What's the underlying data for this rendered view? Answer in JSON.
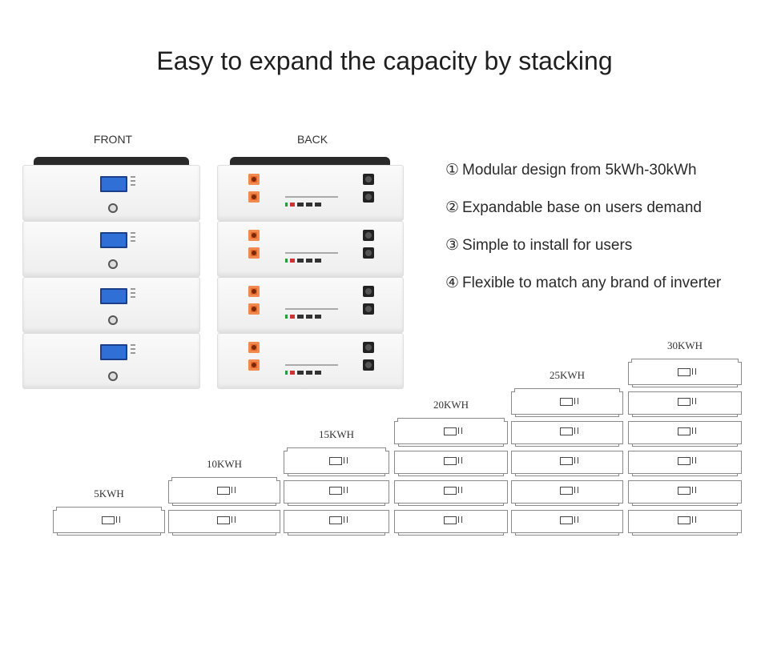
{
  "title": "Easy to expand the capacity by stacking",
  "views": {
    "front_label": "FRONT",
    "back_label": "BACK"
  },
  "features": [
    {
      "num": "①",
      "text": "Modular design from 5kWh-30kWh"
    },
    {
      "num": "②",
      "text": "Expandable base on users demand"
    },
    {
      "num": "③",
      "text": "Simple to install for users"
    },
    {
      "num": "④",
      "text": "Flexible to match any brand of inverter"
    }
  ],
  "capacities": [
    {
      "label": "5KWH",
      "modules": 1
    },
    {
      "label": "10KWH",
      "modules": 2
    },
    {
      "label": "15KWH",
      "modules": 3
    },
    {
      "label": "20KWH",
      "modules": 4
    },
    {
      "label": "25KWH",
      "modules": 5
    },
    {
      "label": "30KWH",
      "modules": 6
    }
  ],
  "colors": {
    "lcd": "#2f6fd6",
    "terminal": "#e8682a",
    "lid": "#2a2a2a"
  }
}
